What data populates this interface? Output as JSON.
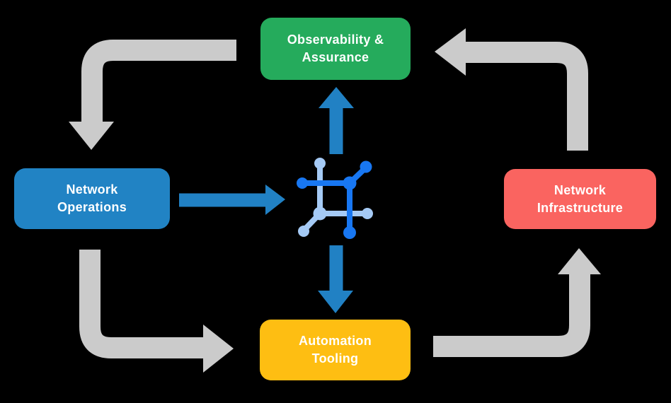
{
  "boxes": {
    "observability": {
      "label": "Observability &\nAssurance",
      "color": "#25AB5C"
    },
    "operations": {
      "label": "Network\nOperations",
      "color": "#2183C4"
    },
    "infrastructure": {
      "label": "Network\nInfrastructure",
      "color": "#FA6460"
    },
    "automation": {
      "label": "Automation\nTooling",
      "color": "#FEBE12"
    }
  },
  "arrows": {
    "cycle": [
      {
        "from": "observability",
        "to": "operations"
      },
      {
        "from": "operations",
        "to": "automation"
      },
      {
        "from": "automation",
        "to": "infrastructure"
      },
      {
        "from": "infrastructure",
        "to": "observability"
      }
    ],
    "flow": [
      {
        "from": "operations",
        "to": "center-icon"
      },
      {
        "from": "center-icon",
        "to": "observability"
      },
      {
        "from": "center-icon",
        "to": "automation"
      }
    ]
  },
  "icon": {
    "name": "network-fabric-icon"
  },
  "colors": {
    "background": "#000000",
    "cycle_arrow": "#CBCBCB",
    "flow_arrow": "#2181C4",
    "icon_dark": "#1877F2",
    "icon_light": "#A5CAF5",
    "label_text": "#FFFFFF"
  }
}
